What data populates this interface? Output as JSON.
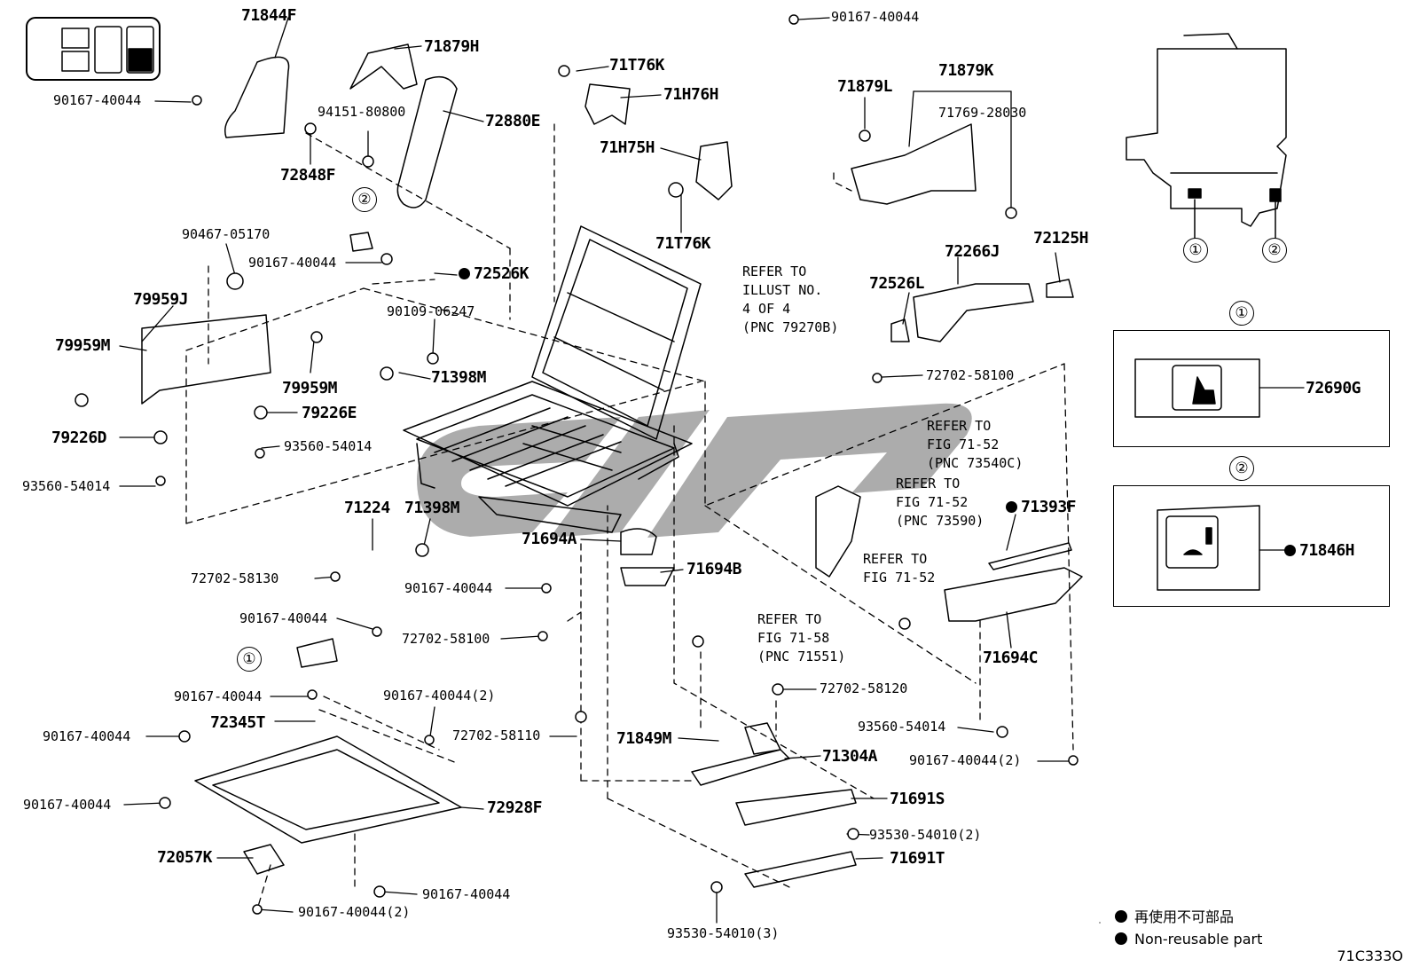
{
  "diagram_code": "71C333O",
  "legend": {
    "jp": "再使用不可部品",
    "en": "Non-reusable part"
  },
  "callouts": {
    "one": "①",
    "two": "②"
  },
  "parts": {
    "p71844F": "71844F",
    "p71879H": "71879H",
    "p71T76K_a": "71T76K",
    "p71H76H": "71H76H",
    "p71H75H": "71H75H",
    "p71T76K_b": "71T76K",
    "p72880E": "72880E",
    "p90167_top_left": "90167-40044",
    "p94151": "94151-80800",
    "p72848F": "72848F",
    "p90167_top": "90167-40044",
    "p71879L": "71879L",
    "p71879K": "71879K",
    "p71769": "71769-28030",
    "p90467": "90467-05170",
    "p90167_c2": "90167-40044",
    "p72526K": "72526K",
    "p79959J": "79959J",
    "p79959M_a": "79959M",
    "p79959M_b": "79959M",
    "p90109": "90109-06247",
    "p71398M_a": "71398M",
    "p79226E": "79226E",
    "p79226D": "79226D",
    "p93560_a": "93560-54014",
    "p93560_b": "93560-54014",
    "p72266J": "72266J",
    "p72125H": "72125H",
    "p72526L": "72526L",
    "p72702_58100_a": "72702-58100",
    "p71224": "71224",
    "p71398M_b": "71398M",
    "p72702_58130": "72702-58130",
    "p71694A": "71694A",
    "p71694B": "71694B",
    "p90167_mid": "90167-40044",
    "p71393F": "71393F",
    "p71694C": "71694C",
    "p90167_c1": "90167-40044",
    "p72702_58100_b": "72702-58100",
    "p90167_b1": "90167-40044",
    "p90167_2a": "90167-40044(2)",
    "p72345T": "72345T",
    "p90167_b2": "90167-40044",
    "p72702_58110": "72702-58110",
    "p72702_58120": "72702-58120",
    "p71849M": "71849M",
    "p71304A": "71304A",
    "p93560_c": "93560-54014",
    "p90167_2b": "90167-40044(2)",
    "p90167_b3": "90167-40044",
    "p72928F": "72928F",
    "p71691S": "71691S",
    "p93530_2": "93530-54010(2)",
    "p72057K": "72057K",
    "p90167_b4": "90167-40044",
    "p71691T": "71691T",
    "p90167_2c": "90167-40044(2)",
    "p93530_3": "93530-54010(3)",
    "p72690G": "72690G",
    "p71846H": "71846H"
  },
  "notes": {
    "n1": "REFER TO\nILLUST NO.\n4 OF 4\n(PNC 79270B)",
    "n2": "REFER TO\nFIG 71-52\n(PNC 73540C)",
    "n3": "REFER TO\nFIG 71-52\n(PNC 73590)",
    "n4": "REFER TO\nFIG 71-52",
    "n5": "REFER TO\nFIG 71-58\n(PNC 71551)"
  }
}
